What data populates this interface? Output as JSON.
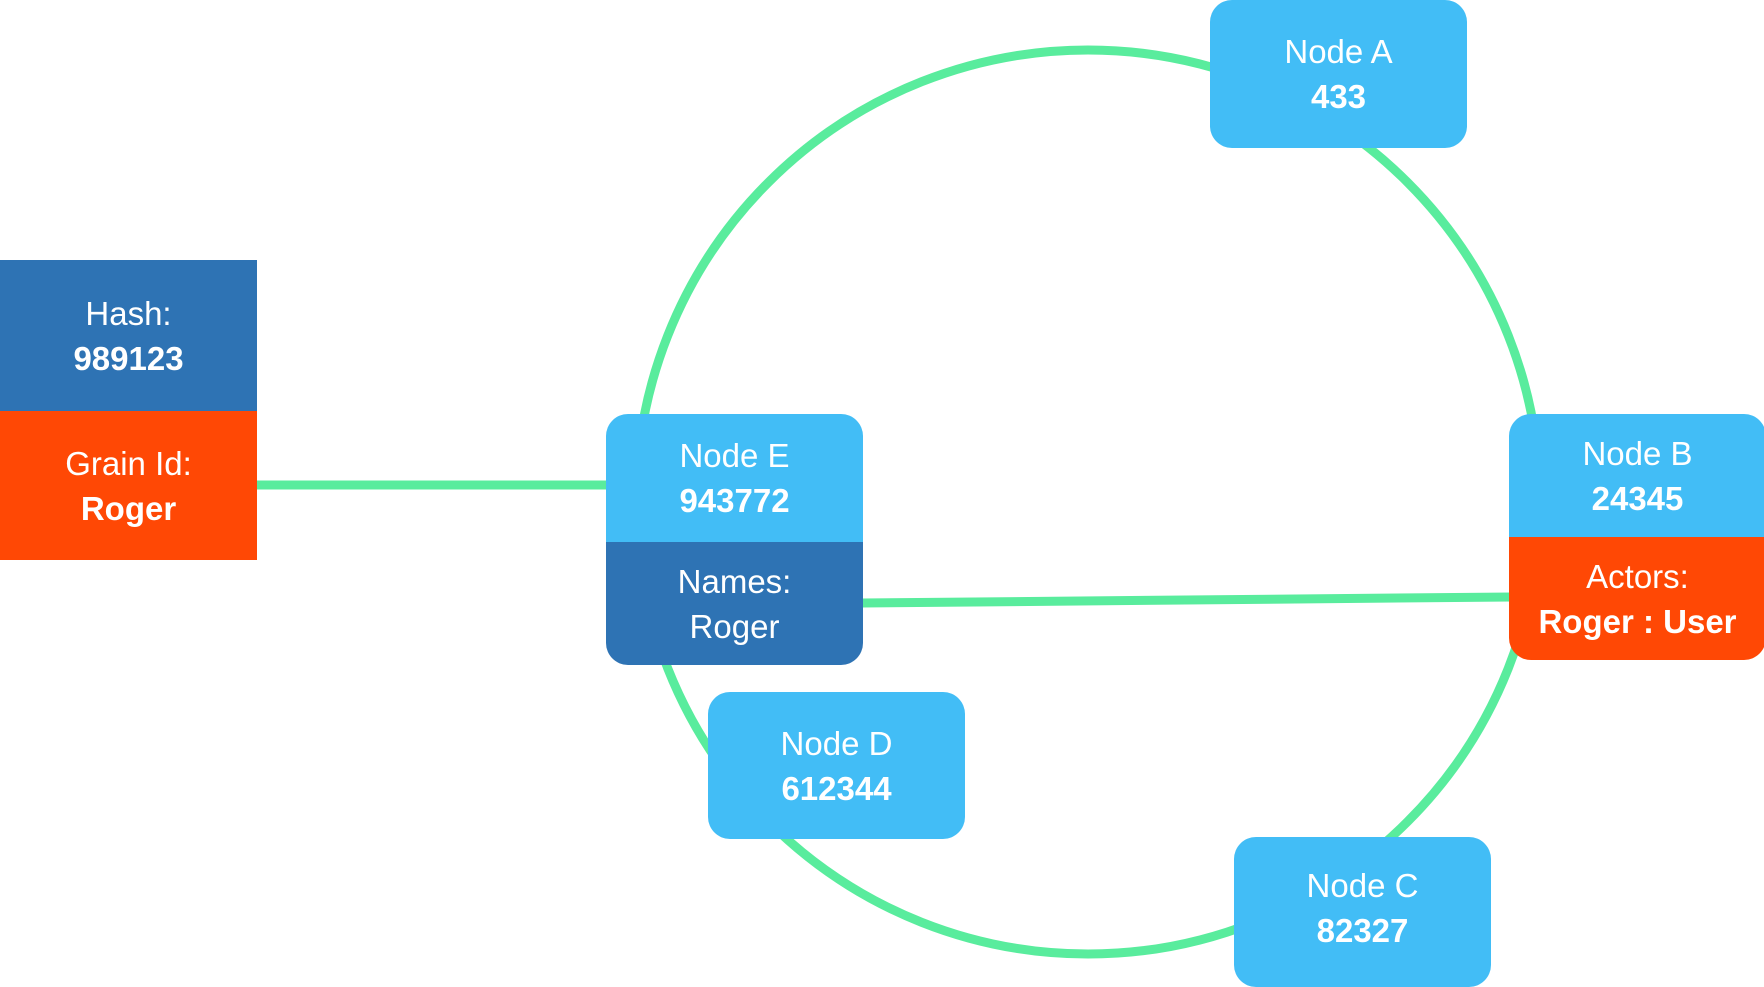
{
  "colors": {
    "ring": "#59ec9d",
    "node": "#42bdf6",
    "names": "#2e73b4",
    "highlight": "#ff4805"
  },
  "key_card": {
    "hash_label": "Hash:",
    "hash_value": "989123",
    "grain_label": "Grain Id:",
    "grain_value": "Roger"
  },
  "nodes": {
    "a": {
      "name": "Node A",
      "value": "433"
    },
    "b": {
      "name": "Node B",
      "value": "24345",
      "actors_label": "Actors:",
      "actors_value": "Roger : User"
    },
    "c": {
      "name": "Node C",
      "value": "82327"
    },
    "d": {
      "name": "Node D",
      "value": "612344"
    },
    "e": {
      "name": "Node E",
      "value": "943772",
      "names_label": "Names:",
      "names_value": "Roger"
    }
  }
}
